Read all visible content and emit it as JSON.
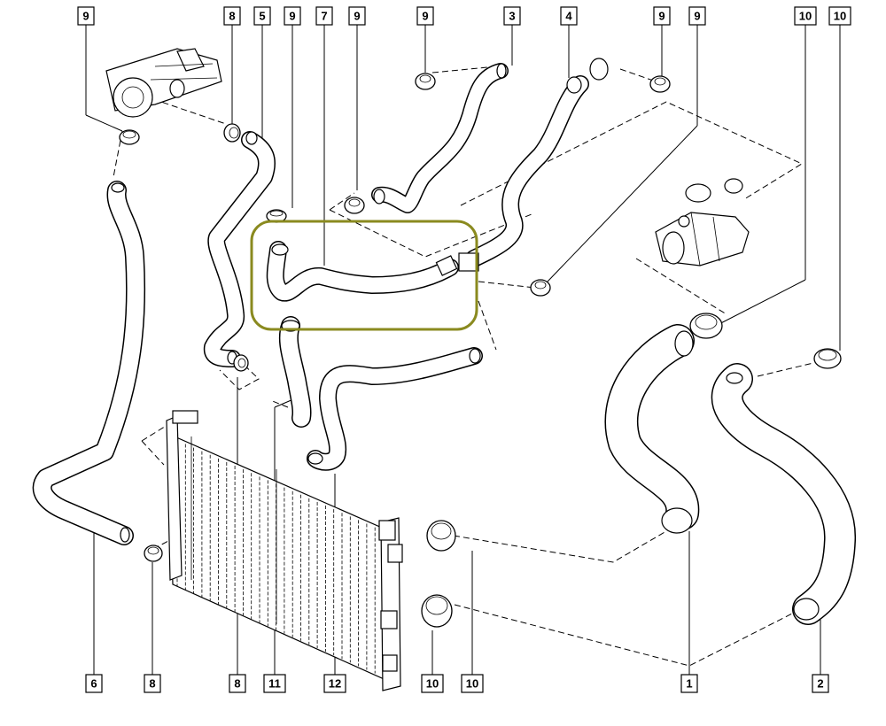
{
  "callouts": {
    "top": [
      "9",
      "8",
      "5",
      "9",
      "7",
      "9",
      "9",
      "3",
      "4",
      "9",
      "9",
      "10",
      "10"
    ],
    "bottom": [
      "6",
      "8",
      "8",
      "11",
      "12",
      "10",
      "10",
      "1",
      "2"
    ]
  },
  "colors": {
    "highlight": "#8a8a1f",
    "line": "#000000",
    "background": "#ffffff"
  }
}
